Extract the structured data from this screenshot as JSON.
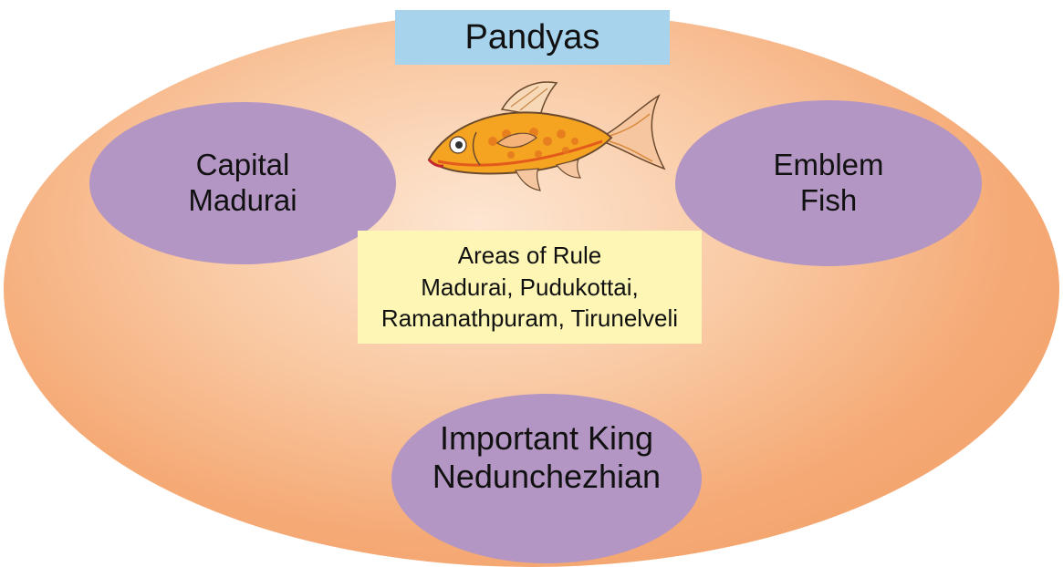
{
  "title": "Pandyas",
  "capital": {
    "line1": "Capital",
    "line2": "Madurai"
  },
  "emblem": {
    "line1": "Emblem",
    "line2": "Fish",
    "icon": "fish-icon"
  },
  "areas": {
    "line1": "Areas of Rule",
    "line2": "Madurai, Pudukottai,",
    "line3": "Ramanathpuram, Tirunelveli"
  },
  "king": {
    "line1": "Important King",
    "line2": "Nedunchezhian"
  },
  "colors": {
    "outer_oval": "#f5aa76",
    "inner_ovals": "#b496c4",
    "title_box": "#a8d3ec",
    "areas_box": "#fdf6b5",
    "fish_body": "#f4a421"
  }
}
